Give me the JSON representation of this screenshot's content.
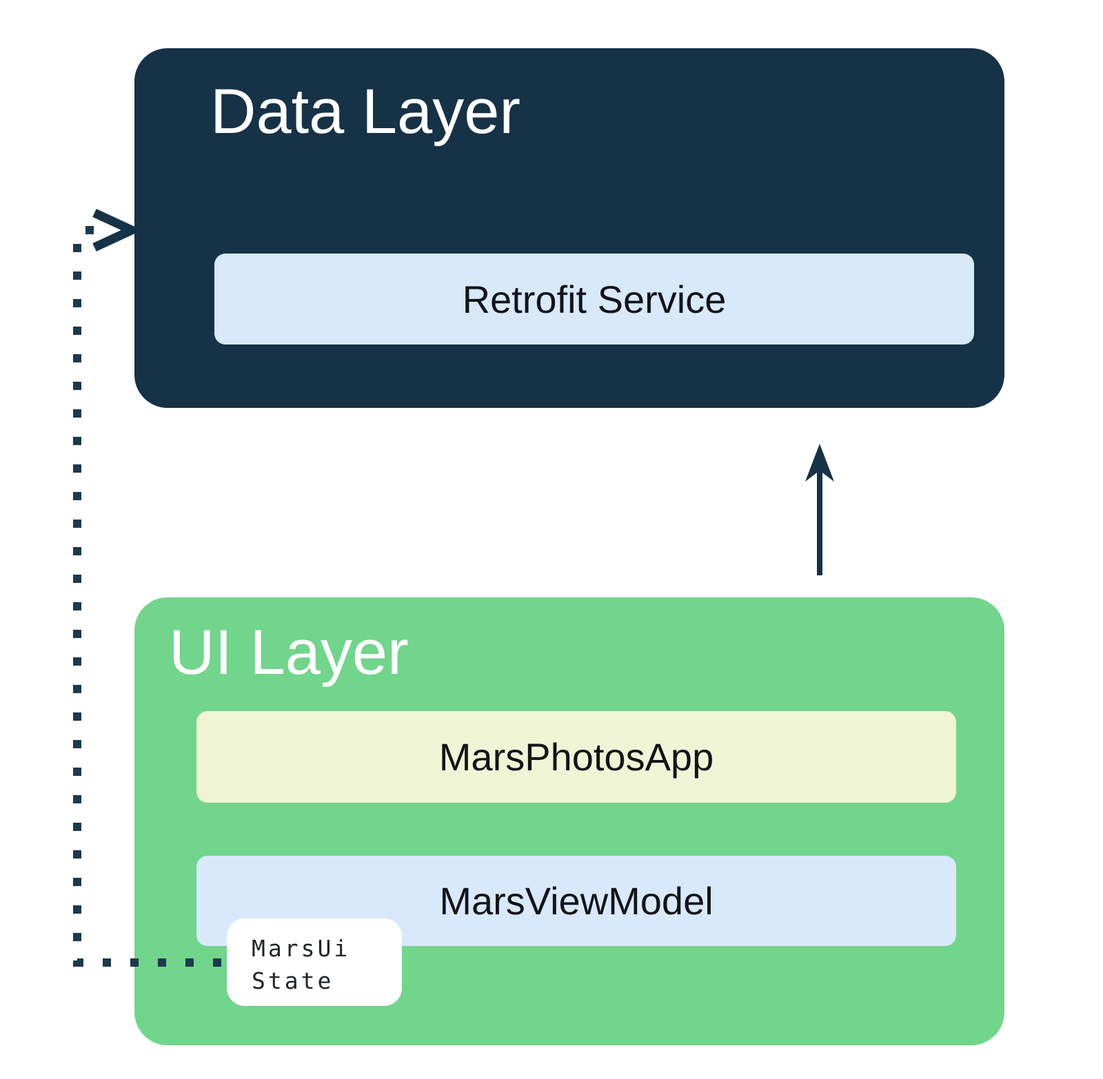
{
  "colors": {
    "navy": "#163247",
    "green": "#71D58C",
    "light_blue": "#D9E9FC",
    "pale_yellow": "#F0F5D6",
    "white": "#FFFFFF",
    "label_text": "#121418"
  },
  "data_layer": {
    "title": "Data Layer",
    "service_label": "Retrofit Service"
  },
  "ui_layer": {
    "title": "UI Layer",
    "app_label": "MarsPhotosApp",
    "viewmodel_label": "MarsViewModel",
    "ui_state": {
      "line1": "MarsUi",
      "line2": "State"
    }
  },
  "icons": {
    "up_arrow": "solid-up-arrow",
    "dotted_arrow": "dotted-right-arrow-path"
  }
}
